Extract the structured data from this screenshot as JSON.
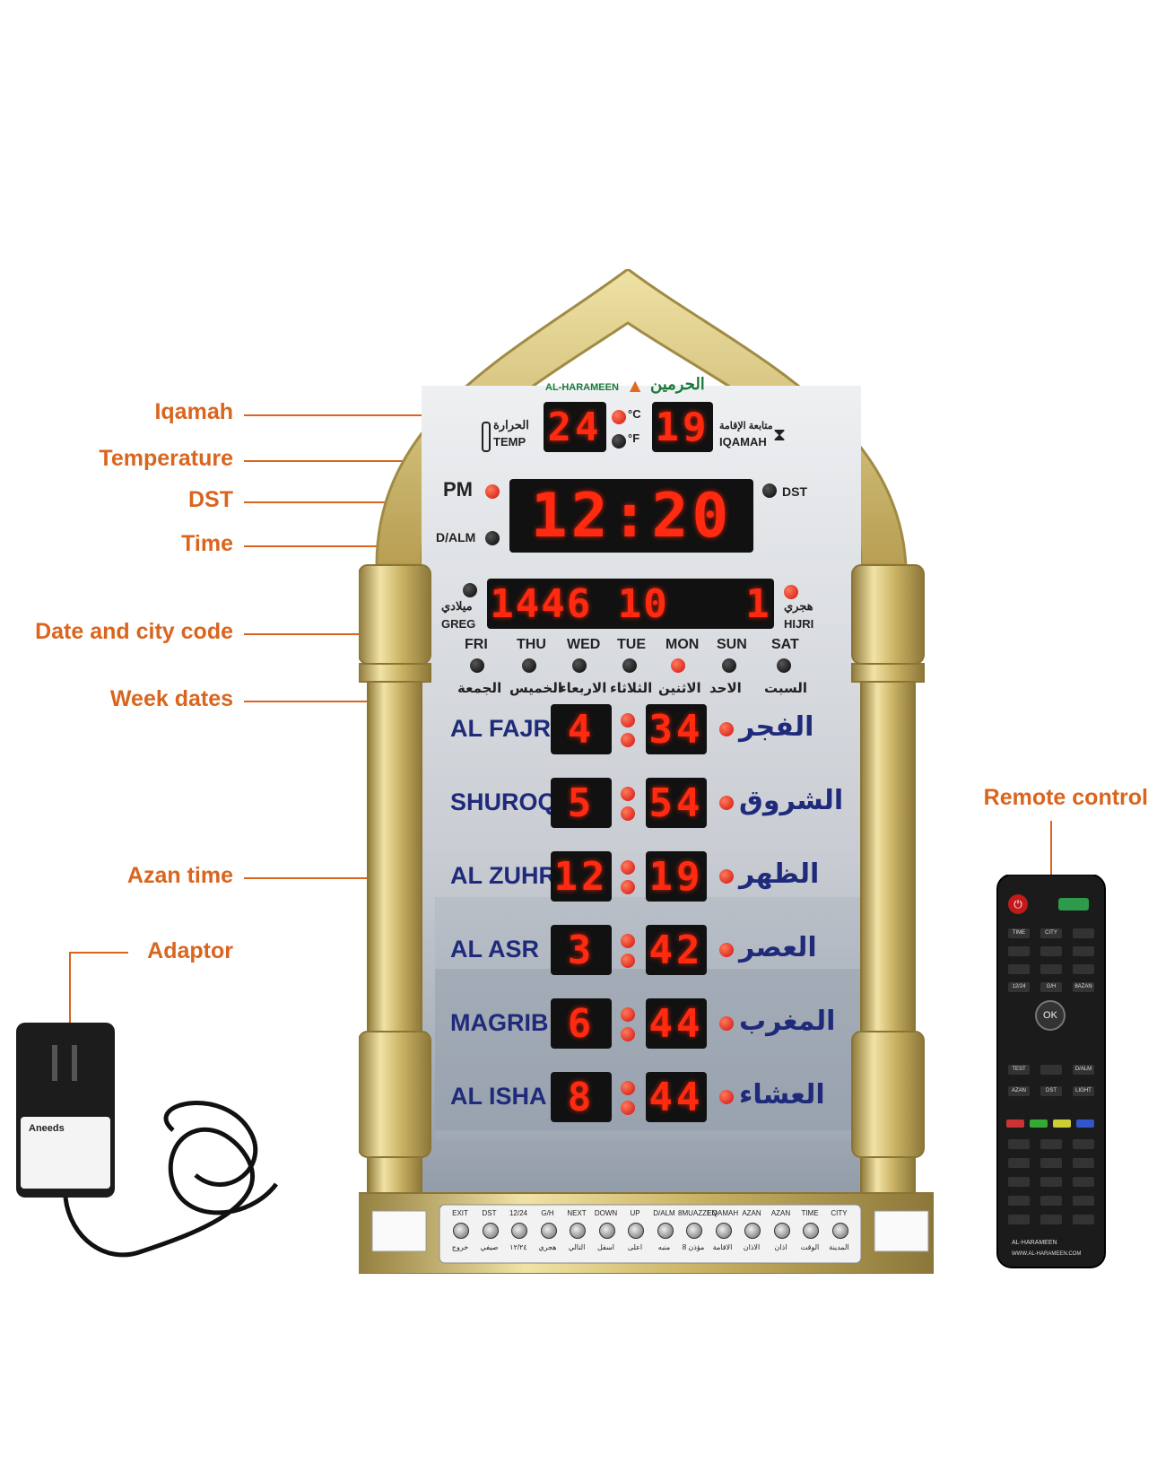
{
  "callouts": {
    "iqamah": "Iqamah",
    "temperature": "Temperature",
    "dst": "DST",
    "time": "Time",
    "date_city": "Date and city code",
    "week_dates": "Week dates",
    "azan_time": "Azan time",
    "adaptor": "Adaptor",
    "remote": "Remote control"
  },
  "brand": {
    "en": "AL-HARAMEEN",
    "ar": "الحرمين"
  },
  "temp": {
    "ar": "الحرارة",
    "en": "TEMP",
    "value": "24",
    "c": "°C",
    "f": "°F"
  },
  "iqamah": {
    "ar": "متابعة الإقامة",
    "en": "IQAMAH",
    "value": "19"
  },
  "clock": {
    "pm": "PM",
    "dalm": "D/ALM",
    "dst": "DST",
    "time": "12:20"
  },
  "date": {
    "value": "1446 10   1",
    "greg_ar": "ميلادي",
    "greg": "GREG",
    "hijri_ar": "هجري",
    "hijri": "HIJRI"
  },
  "days": [
    {
      "en": "FRI",
      "ar": "الجمعة"
    },
    {
      "en": "THU",
      "ar": "الخميس"
    },
    {
      "en": "WED",
      "ar": "الاربعاء"
    },
    {
      "en": "TUE",
      "ar": "الثلاثاء"
    },
    {
      "en": "MON",
      "ar": "الاثنين"
    },
    {
      "en": "SUN",
      "ar": "الاحد"
    },
    {
      "en": "SAT",
      "ar": "السبت"
    }
  ],
  "prayers": [
    {
      "en": "AL FAJR",
      "ar": "الفجر",
      "h": "4",
      "m": "34"
    },
    {
      "en": "SHUROQ",
      "ar": "الشروق",
      "h": "5",
      "m": "54"
    },
    {
      "en": "AL ZUHR",
      "ar": "الظهر",
      "h": "12",
      "m": "19"
    },
    {
      "en": "AL ASR",
      "ar": "العصر",
      "h": "3",
      "m": "42"
    },
    {
      "en": "MAGRIB",
      "ar": "المغرب",
      "h": "6",
      "m": "44"
    },
    {
      "en": "AL ISHA",
      "ar": "العشاء",
      "h": "8",
      "m": "44"
    }
  ],
  "buttons": [
    {
      "en": "EXIT",
      "ar": "خروج"
    },
    {
      "en": "DST",
      "ar": "صيفي"
    },
    {
      "en": "12/24",
      "ar": "١٢/٢٤"
    },
    {
      "en": "G/H",
      "ar": "هجري"
    },
    {
      "en": "NEXT",
      "ar": "التالي"
    },
    {
      "en": "DOWN",
      "ar": "اسفل"
    },
    {
      "en": "UP",
      "ar": "اعلى"
    },
    {
      "en": "D/ALM",
      "ar": "منبه"
    },
    {
      "en": "8MUAZZEN",
      "ar": "8 مؤذن"
    },
    {
      "en": "EQAMAH",
      "ar": "الاقامة"
    },
    {
      "en": "AZAN",
      "ar": "الاذان"
    },
    {
      "en": "AZAN",
      "ar": "اذان"
    },
    {
      "en": "TIME",
      "ar": "الوقت"
    },
    {
      "en": "CITY",
      "ar": "المدينة"
    }
  ],
  "adaptor": {
    "brand": "Aneeds"
  },
  "remote": {
    "brand": "AL-HARAMEEN",
    "url": "WWW.AL-HARAMEEN.COM",
    "ok": "OK",
    "keys": [
      "TIME",
      "CITY",
      "TEST",
      "D/ALM",
      "AZAN",
      "DST",
      "LIGHT",
      "12/24",
      "G/H",
      "8AZAN"
    ]
  },
  "colors": {
    "accent": "#d9651e",
    "led": "#ff2a10",
    "gold": "#c9b263",
    "prayer_text": "#1f2b7a"
  }
}
